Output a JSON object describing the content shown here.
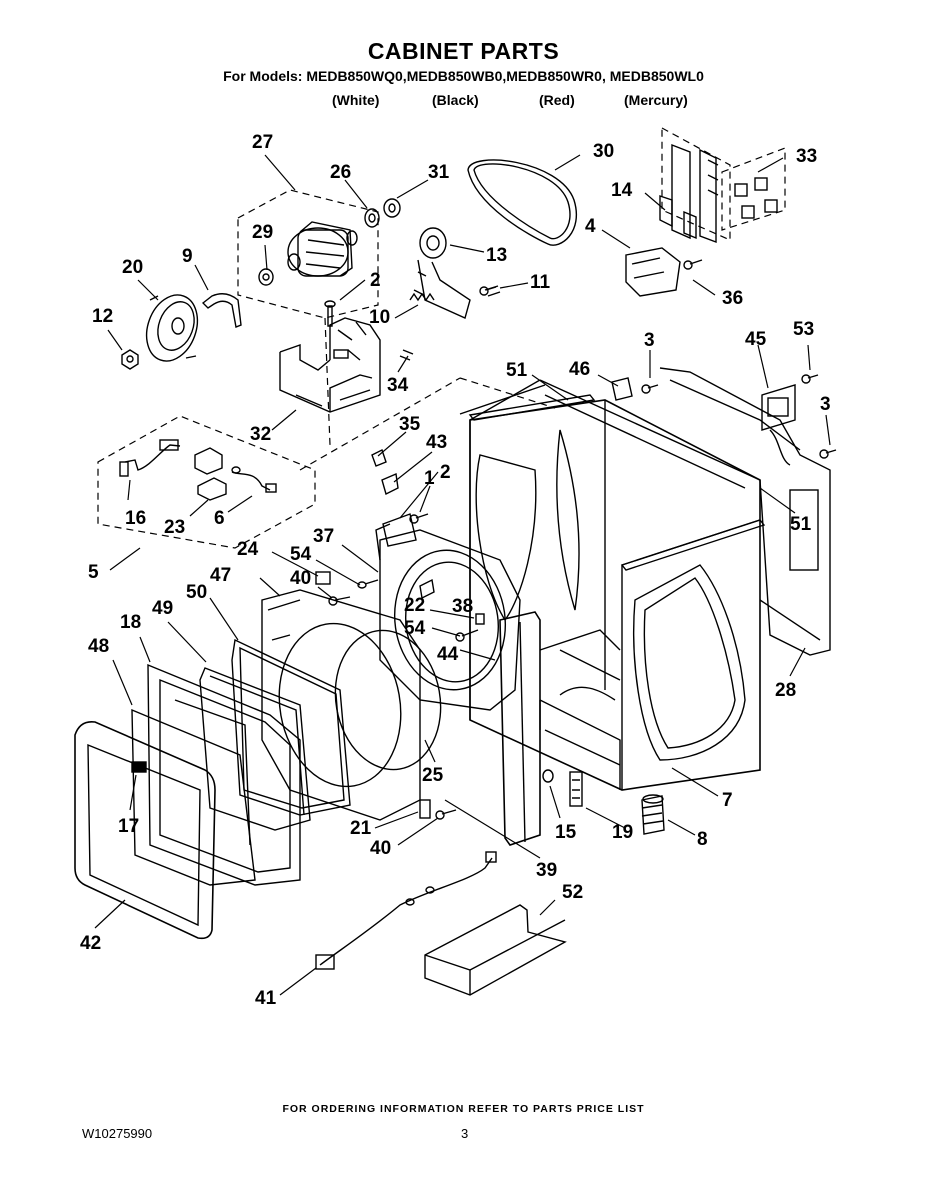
{
  "header": {
    "title": "CABINET PARTS",
    "models": "For Models: MEDB850WQ0,MEDB850WB0,MEDB850WR0, MEDB850WL0",
    "colors": [
      "(White)",
      "(Black)",
      "(Red)",
      "(Mercury)"
    ]
  },
  "callouts": [
    "1",
    "2",
    "2",
    "3",
    "3",
    "4",
    "5",
    "6",
    "7",
    "8",
    "9",
    "10",
    "11",
    "12",
    "13",
    "14",
    "15",
    "16",
    "17",
    "18",
    "19",
    "20",
    "21",
    "22",
    "23",
    "24",
    "25",
    "26",
    "27",
    "28",
    "29",
    "30",
    "31",
    "32",
    "33",
    "34",
    "35",
    "36",
    "37",
    "38",
    "39",
    "40",
    "40",
    "41",
    "42",
    "43",
    "44",
    "45",
    "46",
    "47",
    "48",
    "49",
    "50",
    "51",
    "51",
    "52",
    "53",
    "54",
    "54"
  ],
  "footer": {
    "ordering_note": "FOR ORDERING INFORMATION REFER TO PARTS PRICE LIST",
    "document_number": "W10275990",
    "page_number": "3"
  }
}
